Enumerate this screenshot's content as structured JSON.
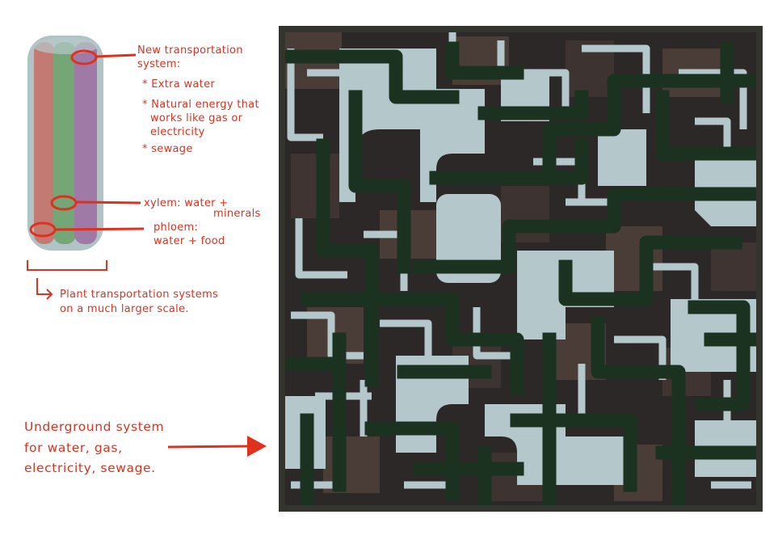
{
  "annotations": {
    "new_system_title": "New transportation",
    "new_system_title_2": "system:",
    "bullet_water": "* Extra water",
    "bullet_energy_1": "* Natural energy that",
    "bullet_energy_2": "works like gas or",
    "bullet_energy_3": "electricity",
    "bullet_sewage": "* sewage",
    "xylem_1": "xylem: water +",
    "xylem_2": "minerals",
    "phloem_1": "phloem:",
    "phloem_2": "water + food",
    "scale_note_1": "Plant transportation systems",
    "scale_note_2": "on a much larger scale.",
    "underground_1": "Underground system",
    "underground_2": "for water, gas,",
    "underground_3": "electricity, sewage."
  },
  "colors": {
    "annotation": "#e0301e",
    "tube_outer": "#a3b8bb",
    "tube_red": "#c27a72",
    "tube_green": "#74a676",
    "tube_purple": "#a07aa6",
    "grid_border": "#34342f",
    "soil_dark": "#2a2626",
    "soil_brown": "#4a3d38",
    "pipe_light": "#b4c7ca",
    "pipe_dark_green": "#1c3220"
  }
}
